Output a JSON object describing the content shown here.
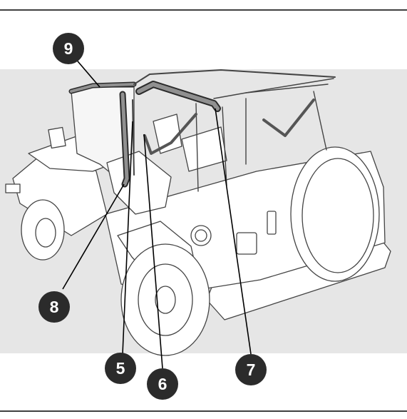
{
  "figure": {
    "callouts": [
      {
        "number": "9",
        "label": "9"
      },
      {
        "number": "8",
        "label": "8"
      },
      {
        "number": "5",
        "label": "5"
      },
      {
        "number": "6",
        "label": "6"
      },
      {
        "number": "7",
        "label": "7"
      }
    ],
    "colors": {
      "ink": "#1a1a1a",
      "outline": "#444444",
      "panel": "#e6e6e6",
      "callout_fill": "#2b2b2b",
      "callout_text": "#ffffff",
      "frame_bar": "#909090"
    }
  }
}
